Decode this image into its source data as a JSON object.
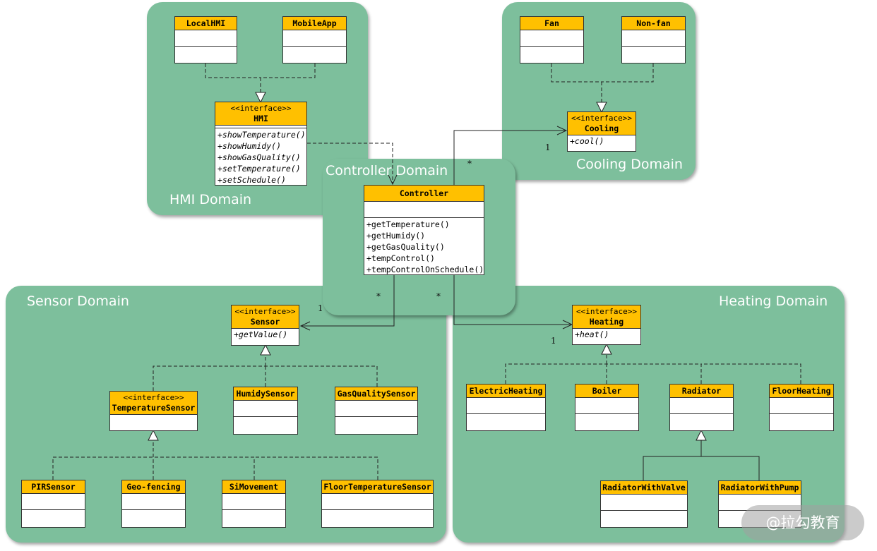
{
  "domains": {
    "hmi": "HMI Domain",
    "cooling": "Cooling Domain",
    "controller": "Controller Domain",
    "sensor": "Sensor Domain",
    "heating": "Heating Domain"
  },
  "classes": {
    "localhmi": {
      "name": "LocalHMI"
    },
    "mobileapp": {
      "name": "MobileApp"
    },
    "hmi": {
      "stereotype": "<<interface>>",
      "name": "HMI",
      "ops": [
        "+showTemperature()",
        "+showHumidy()",
        "+showGasQuality()",
        "+setTemperature()",
        "+setSchedule()"
      ]
    },
    "fan": {
      "name": "Fan"
    },
    "nonfan": {
      "name": "Non-fan"
    },
    "cooling": {
      "stereotype": "<<interface>>",
      "name": "Cooling",
      "ops": [
        "+cool()"
      ]
    },
    "controller": {
      "name": "Controller",
      "ops": [
        "+getTemperature()",
        "+getHumidy()",
        "+getGasQuality()",
        "+tempControl()",
        "+tempControlOnSchedule()"
      ]
    },
    "sensor": {
      "stereotype": "<<interface>>",
      "name": "Sensor",
      "ops": [
        "+getValue()"
      ]
    },
    "tempsensor": {
      "stereotype": "<<interface>>",
      "name": "TemperatureSensor"
    },
    "humidysensor": {
      "name": "HumidySensor"
    },
    "gasqualitysensor": {
      "name": "GasQualitySensor"
    },
    "pirsensor": {
      "name": "PIRSensor"
    },
    "geofencing": {
      "name": "Geo-fencing"
    },
    "simovement": {
      "name": "SiMovement"
    },
    "floortempsensor": {
      "name": "FloorTemperatureSensor"
    },
    "heating": {
      "stereotype": "<<interface>>",
      "name": "Heating",
      "ops": [
        "+heat()"
      ]
    },
    "electricheating": {
      "name": "ElectricHeating"
    },
    "boiler": {
      "name": "Boiler"
    },
    "radiator": {
      "name": "Radiator"
    },
    "floorheating": {
      "name": "FloorHeating"
    },
    "radiatorvalve": {
      "name": "RadiatorWithValve"
    },
    "radiatorpump": {
      "name": "RadiatorWithPump"
    }
  },
  "multiplicities": {
    "cooling_one": "1",
    "cooling_many": "*",
    "sensor_one": "1",
    "sensor_many": "*",
    "heating_one": "1",
    "heating_many": "*"
  },
  "watermark": "@拉勾教育",
  "colors": {
    "domain": "#7dbf9c",
    "class_header": "#ffc000"
  }
}
